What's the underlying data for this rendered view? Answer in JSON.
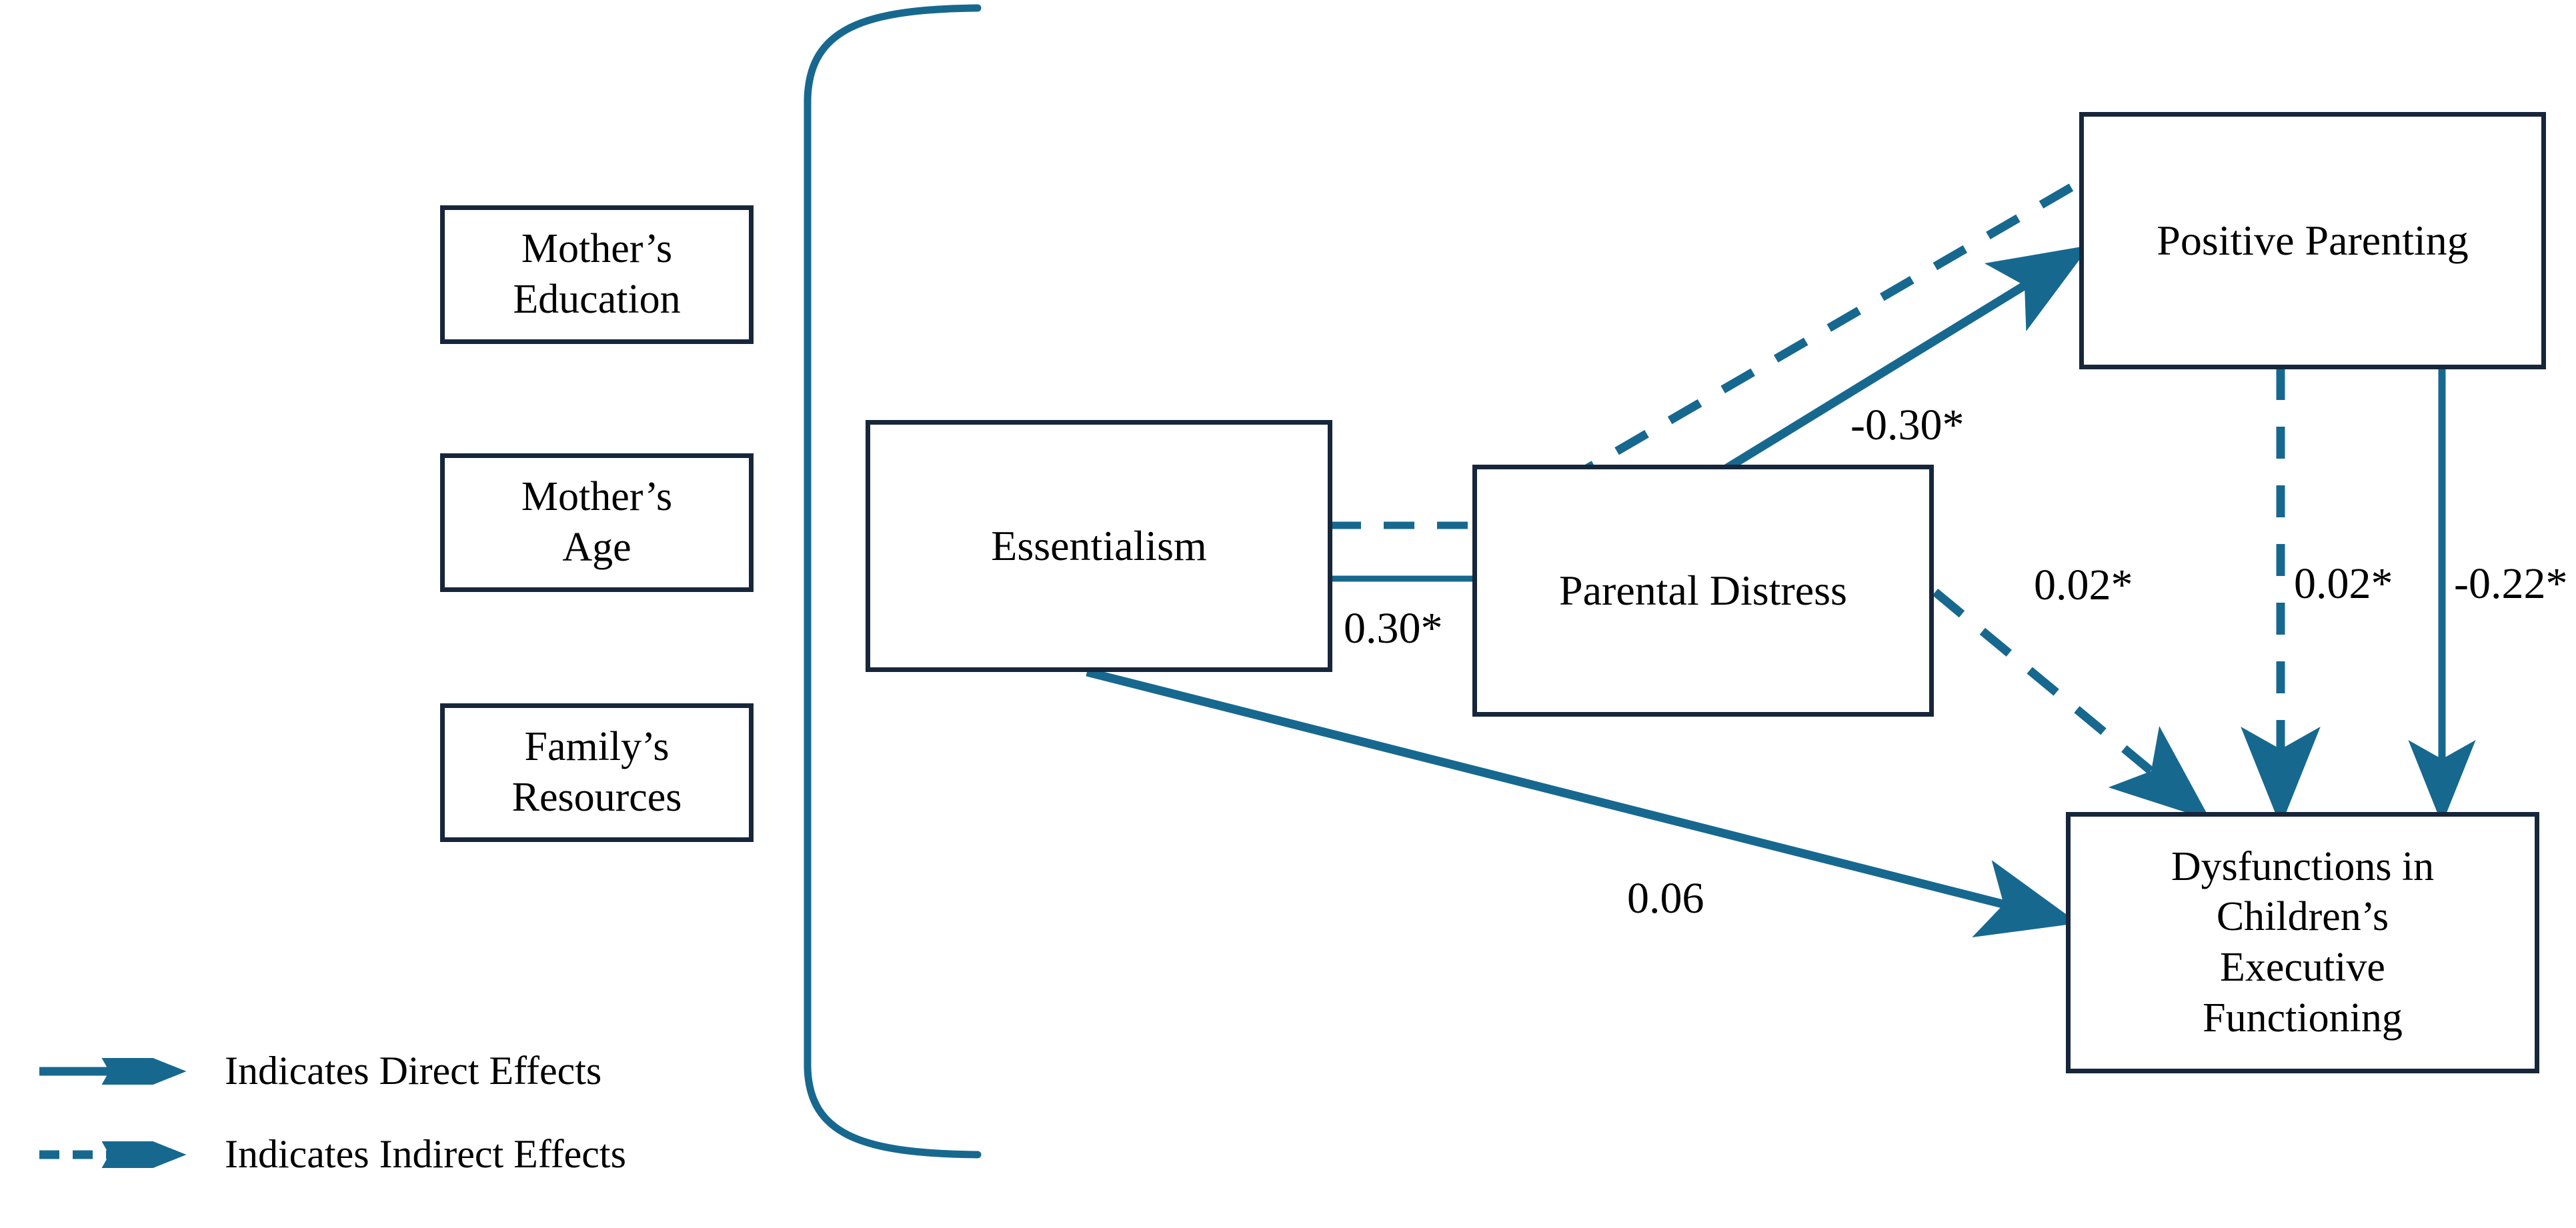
{
  "diagram": {
    "type": "path-model",
    "accent_color": "#17688f",
    "box_border_color": "#17263a",
    "background": "#ffffff",
    "nodes": [
      {
        "id": "mothers-education",
        "label": "Mother’s\nEducation"
      },
      {
        "id": "mothers-age",
        "label": "Mother’s\nAge"
      },
      {
        "id": "familys-resources",
        "label": "Family’s\nResources"
      },
      {
        "id": "essentialism",
        "label": "Essentialism"
      },
      {
        "id": "parental-distress",
        "label": "Parental Distress"
      },
      {
        "id": "positive-parenting",
        "label": "Positive Parenting"
      },
      {
        "id": "dysfunctions-executive-functioning",
        "label": "Dysfunctions in\nChildren’s\nExecutive\nFunctioning"
      }
    ],
    "edges": [
      {
        "id": "essentialism-to-parental-distress-indirect",
        "from": "essentialism",
        "to": "parental-distress",
        "style": "dashed",
        "label": ""
      },
      {
        "id": "essentialism-to-parental-distress-direct",
        "from": "essentialism",
        "to": "parental-distress",
        "style": "solid",
        "label": "0.30*"
      },
      {
        "id": "parental-distress-to-positive-parenting-direct",
        "from": "parental-distress",
        "to": "positive-parenting",
        "style": "solid",
        "label": "-0.30*"
      },
      {
        "id": "essentialism-to-positive-parenting-indirect",
        "from": "essentialism",
        "to": "positive-parenting",
        "style": "dashed",
        "label": ""
      },
      {
        "id": "parental-distress-to-dysfunctions-indirect",
        "from": "parental-distress",
        "to": "dysfunctions-executive-functioning",
        "style": "dashed",
        "label": "0.02*"
      },
      {
        "id": "positive-parenting-to-dysfunctions-indirect",
        "from": "positive-parenting",
        "to": "dysfunctions-executive-functioning",
        "style": "dashed",
        "label": "0.02*"
      },
      {
        "id": "positive-parenting-to-dysfunctions-direct",
        "from": "positive-parenting",
        "to": "dysfunctions-executive-functioning",
        "style": "solid",
        "label": "-0.22*"
      },
      {
        "id": "essentialism-to-dysfunctions-direct",
        "from": "essentialism",
        "to": "dysfunctions-executive-functioning",
        "style": "solid",
        "label": "0.06"
      }
    ],
    "labels": {
      "path_essentialism_distress": "0.30*",
      "path_distress_parenting": "-0.30*",
      "path_distress_dysfunctions": "0.02*",
      "path_parenting_dysfunctions_indirect": "0.02*",
      "path_parenting_dysfunctions_direct": "-0.22*",
      "path_essentialism_dysfunctions": "0.06"
    },
    "covariate_bracket": {
      "id": "covariate-bracket",
      "description": "curly bracket grouping covariates with model"
    }
  },
  "legend": {
    "items": [
      {
        "id": "legend-direct",
        "glyph": "solid-arrow-icon",
        "label": "Indicates Direct Effects"
      },
      {
        "id": "legend-indirect",
        "glyph": "dashed-arrow-icon",
        "label": "Indicates Indirect Effects"
      }
    ]
  }
}
